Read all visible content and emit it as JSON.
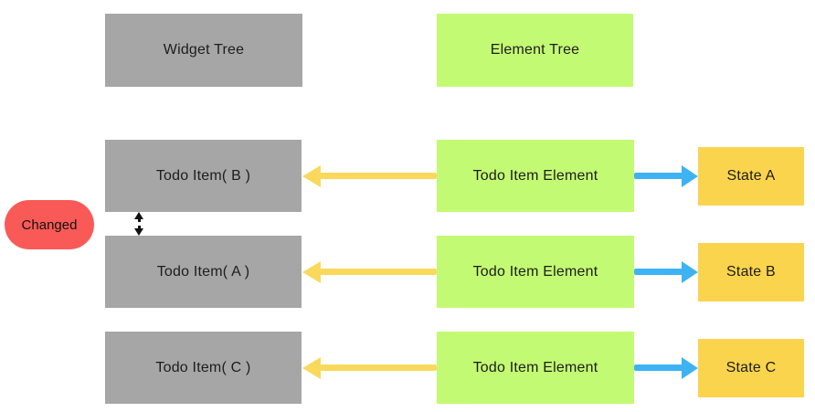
{
  "headers": {
    "widget_tree": "Widget Tree",
    "element_tree": "Element Tree"
  },
  "badge": {
    "label": "Changed"
  },
  "rows": [
    {
      "widget": "Todo Item( B )",
      "element": "Todo Item Element",
      "state": "State A"
    },
    {
      "widget": "Todo Item( A )",
      "element": "Todo Item Element",
      "state": "State B"
    },
    {
      "widget": "Todo Item( C )",
      "element": "Todo Item Element",
      "state": "State C"
    }
  ],
  "colors": {
    "widget_box": "#a6a6a6",
    "element_box": "#c3fa73",
    "state_box": "#fbd44d",
    "widget_arrow": "#f9d95c",
    "state_arrow": "#3eb3f4",
    "changed_badge": "#fa5a57"
  }
}
